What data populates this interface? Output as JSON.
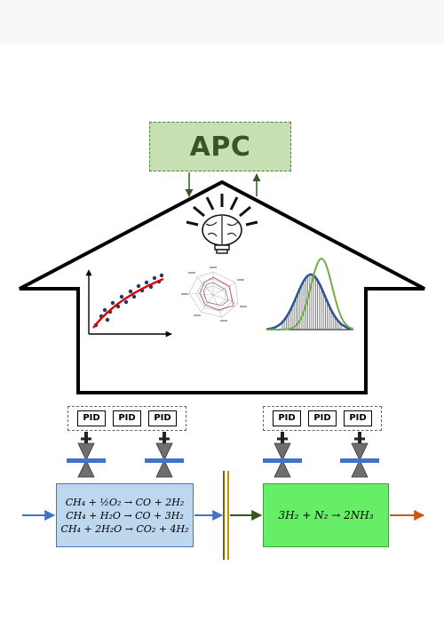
{
  "apc": {
    "label": "APC"
  },
  "pid_groups": [
    {
      "labels": [
        "PID",
        "PID",
        "PID"
      ]
    },
    {
      "labels": [
        "PID",
        "PID",
        "PID"
      ]
    }
  ],
  "reforming": {
    "equations": [
      "CH₄ + ½O₂ → CO + 2H₂",
      "CH₄ + H₂O → CO + 3H₂",
      "CH₄ + 2H₂O → CO₂ + 4H₂"
    ]
  },
  "synthesis": {
    "equation": "3H₂ + N₂ → 2NH₃"
  },
  "colors": {
    "apc_fill": "#c6e0b4",
    "apc_border": "#548235",
    "reforming_fill": "#bdd7ee",
    "synthesis_fill": "#66ee66",
    "feed_arrow": "#4472c4",
    "product_arrow": "#c55a11",
    "valve_bar": "#4472c4",
    "separator": "#7f6000"
  },
  "icons": [
    "brain-lightbulb-icon",
    "scatter-regression-icon",
    "radar-chart-icon",
    "histogram-distribution-icon",
    "control-valve-icon"
  ]
}
